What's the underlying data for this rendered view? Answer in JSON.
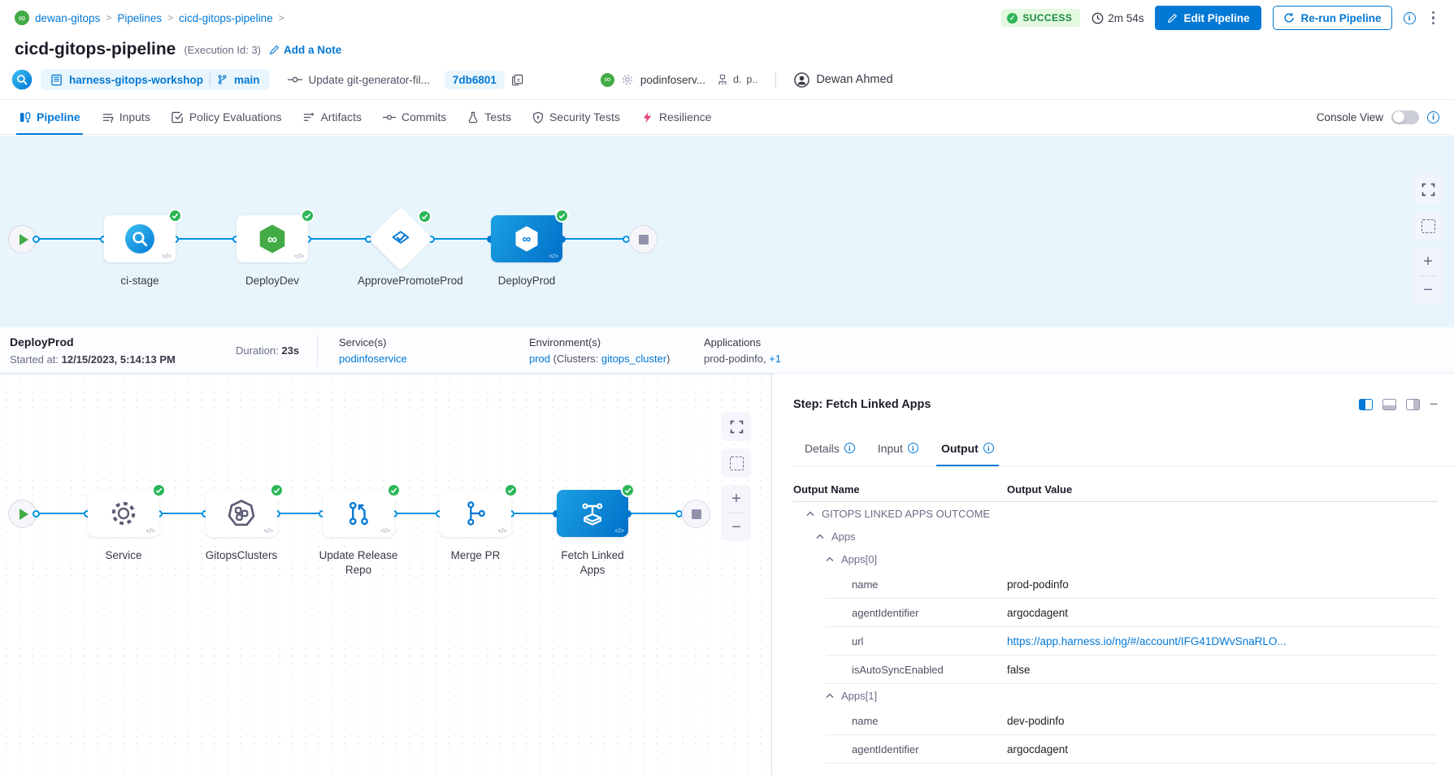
{
  "colors": {
    "accent": "#0278d5",
    "success_green": "#42ab45",
    "badge_bg": "#e3f9e0",
    "badge_text": "#1b873f",
    "canvas_blue": "#e9f5fc",
    "link": "#0278d5"
  },
  "icons": {
    "gitops_logo": "∞",
    "breadcrumb_separator": ">",
    "code_tag": "</>",
    "plus": "+",
    "minus": "−",
    "info": "i"
  },
  "topbar": {
    "breadcrumb": [
      {
        "label": "dewan-gitops"
      },
      {
        "label": "Pipelines"
      },
      {
        "label": "cicd-gitops-pipeline"
      }
    ],
    "status": "SUCCESS",
    "duration": "2m 54s",
    "edit_button": "Edit Pipeline",
    "rerun_button": "Re-run Pipeline"
  },
  "title": {
    "name": "cicd-gitops-pipeline",
    "execution_id": "(Execution Id: 3)",
    "add_note": "Add a Note"
  },
  "meta": {
    "repo": "harness-gitops-workshop",
    "branch": "main",
    "commit_message": "Update git-generator-fil...",
    "commit_sha": "7db6801",
    "service_short": "podinfoserv...",
    "env_short_1": "d.",
    "env_short_2": "p..",
    "user": "Dewan Ahmed"
  },
  "tabs": [
    {
      "label": "Pipeline"
    },
    {
      "label": "Inputs"
    },
    {
      "label": "Policy Evaluations"
    },
    {
      "label": "Artifacts"
    },
    {
      "label": "Commits"
    },
    {
      "label": "Tests"
    },
    {
      "label": "Security Tests"
    },
    {
      "label": "Resilience"
    }
  ],
  "console_view_label": "Console View",
  "stage_graph": {
    "stages": [
      {
        "label": "ci-stage"
      },
      {
        "label": "DeployDev"
      },
      {
        "label": "ApprovePromoteProd"
      },
      {
        "label": "DeployProd"
      }
    ]
  },
  "stage_summary": {
    "name": "DeployProd",
    "started_label": "Started at:",
    "started_value": "12/15/2023, 5:14:13 PM",
    "duration_label": "Duration:",
    "duration_value": "23s",
    "services_label": "Service(s)",
    "service": "podinfoservice",
    "environments_label": "Environment(s)",
    "environment": "prod",
    "clusters_prefix": "(Clusters:",
    "cluster": "gitops_cluster",
    "clusters_suffix": ")",
    "applications_label": "Applications",
    "applications": "prod-podinfo,",
    "applications_more": "+1"
  },
  "exec_graph": {
    "steps": [
      {
        "label": "Service"
      },
      {
        "label": "GitopsClusters"
      },
      {
        "label": "Update Release Repo"
      },
      {
        "label": "Merge PR"
      },
      {
        "label": "Fetch Linked Apps"
      }
    ]
  },
  "step_panel": {
    "title": "Step: Fetch Linked Apps",
    "tabs": [
      {
        "label": "Details"
      },
      {
        "label": "Input"
      },
      {
        "label": "Output"
      }
    ],
    "table": {
      "col1": "Output Name",
      "col2": "Output Value",
      "rows": [
        {
          "name": "GITOPS LINKED APPS OUTCOME",
          "value": ""
        },
        {
          "name": "Apps",
          "value": ""
        },
        {
          "name": "Apps[0]",
          "value": ""
        },
        {
          "name": "name",
          "value": "prod-podinfo"
        },
        {
          "name": "agentIdentifier",
          "value": "argocdagent"
        },
        {
          "name": "url",
          "value": "https://app.harness.io/ng/#/account/IFG41DWvSnaRLO..."
        },
        {
          "name": "isAutoSyncEnabled",
          "value": "false"
        },
        {
          "name": "Apps[1]",
          "value": ""
        },
        {
          "name": "name",
          "value": "dev-podinfo"
        },
        {
          "name": "agentIdentifier",
          "value": "argocdagent"
        }
      ]
    }
  }
}
